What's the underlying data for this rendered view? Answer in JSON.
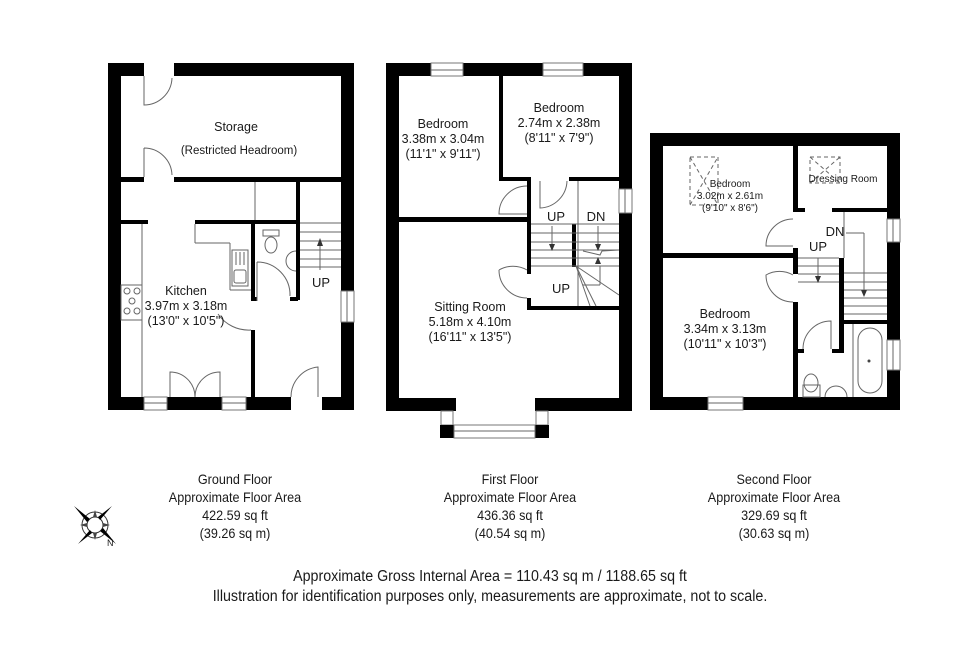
{
  "floors": [
    {
      "name": "Ground Floor",
      "area_label": "Approximate Floor Area",
      "area_sqft": "422.59 sq ft",
      "area_sqm": "(39.26 sq m)",
      "rooms": [
        {
          "name": "Storage",
          "sub": "(Restricted Headroom)"
        },
        {
          "name": "Kitchen",
          "dims_m": "3.97m x 3.18m",
          "dims_ft": "(13'0\" x 10'5\")"
        }
      ],
      "stairs": [
        {
          "label": "UP"
        }
      ]
    },
    {
      "name": "First Floor",
      "area_label": "Approximate Floor Area",
      "area_sqft": "436.36 sq ft",
      "area_sqm": "(40.54 sq m)",
      "rooms": [
        {
          "name": "Bedroom",
          "dims_m": "3.38m x 3.04m",
          "dims_ft": "(11'1\" x 9'11\")"
        },
        {
          "name": "Bedroom",
          "dims_m": "2.74m x 2.38m",
          "dims_ft": "(8'11\" x 7'9\")"
        },
        {
          "name": "Sitting Room",
          "dims_m": "5.18m x 4.10m",
          "dims_ft": "(16'11\" x 13'5\")"
        }
      ],
      "stairs": [
        {
          "label": "UP"
        },
        {
          "label": "DN"
        },
        {
          "label": "UP"
        }
      ]
    },
    {
      "name": "Second Floor",
      "area_label": "Approximate Floor Area",
      "area_sqft": "329.69 sq ft",
      "area_sqm": "(30.63 sq m)",
      "rooms": [
        {
          "name": "Bedroom",
          "dims_m": "3.02m x 2.61m",
          "dims_ft": "(9'10\" x 8'6\")"
        },
        {
          "name": "Dressing Room"
        },
        {
          "name": "Bedroom",
          "dims_m": "3.34m x 3.13m",
          "dims_ft": "(10'11\" x 10'3\")"
        }
      ],
      "stairs": [
        {
          "label": "DN"
        },
        {
          "label": "UP"
        }
      ]
    }
  ],
  "compass": {
    "label": "N"
  },
  "footer": {
    "gross_area": "Approximate Gross Internal Area = 110.43 sq m / 1188.65 sq ft",
    "disclaimer": "Illustration for identification purposes only, measurements are approximate, not to scale."
  },
  "colors": {
    "wall": "#000000",
    "line": "#555555",
    "background": "#ffffff"
  }
}
